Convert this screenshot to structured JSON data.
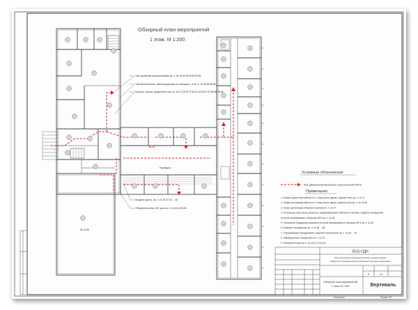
{
  "title": {
    "line1": "Обзорный план мероприятий",
    "line2": "1 этаж. М 1:200."
  },
  "legend": {
    "heading": "Условные обозначения",
    "route_label": "- Пути движения маломобильных групп населения (МГН)"
  },
  "notes": {
    "heading": "Примечания:",
    "items": [
      "1. Общие отделочные работы по 1 этажу (пола, двери, отделка стен) см. л. № 21",
      "2. Общие монтажные работы по 1 этажу (пола, двери, отделка стен) см. л. № 20,36",
      "3. Схему организации обзорных проемов см. л. № 37.",
      "4. Тактильные напольные указатели, информационные таблички и системы, средства оповещения",
      "   на путях перемещения и обзорные МГН см. л. № 50.",
      "5. Тактильные бордюрные указатели на путях перемещения в обзорные МГН см. л. № 62.",
      "6. Поручни и ограждения см. л. № 65 ... 68.",
      "7. Спецификация оборудования, изделий и материалов см. л. № 69 ... 75.",
      "8. Эвакуационные помещения см. л. № 76.",
      "9. Обзорные планы см. л. № 10,12,13,15,16."
    ]
  },
  "callouts": [
    "Узел уширения (кнопка вызова) см. л. № 15,30,38,59,60,60,86",
    "Тактильная плитка, рабочая дорожка на площади 1..3 см. л. № 52,55,56,58",
    "Поручни, бортик, разделитель ам. лл. № 27,29,30,37,50,51,51,53,57,57,86,88,85,86",
    "Входная группа, см. л. № 25,37,43 ... 48",
    "Обзорный проём в ФЛ, доп см. л. № 38,39,53,50"
  ],
  "room_labels": {
    "corridor": "Коридор",
    "hall": "Ф=6,30"
  },
  "title_block": {
    "project_code": "0515-ОДИ",
    "object_name_line1": "Перепланировка помещений Краевой государственной",
    "object_name_line2": "бюджетной образовательной организации для детей-инвалидов",
    "drawing_name_line1": "Обзорный план мероприятий.",
    "drawing_name_line2": "1 этаж. М 1:200.",
    "stage": "Р",
    "sheet": "11",
    "company": "Вертикаль",
    "copied": "Копировал",
    "format": "Формат А3"
  },
  "colors": {
    "line": "#4a4a4a",
    "route": "#e02020",
    "label_bubble": "#cfcfcf",
    "hatch": "#8a8a8a"
  }
}
